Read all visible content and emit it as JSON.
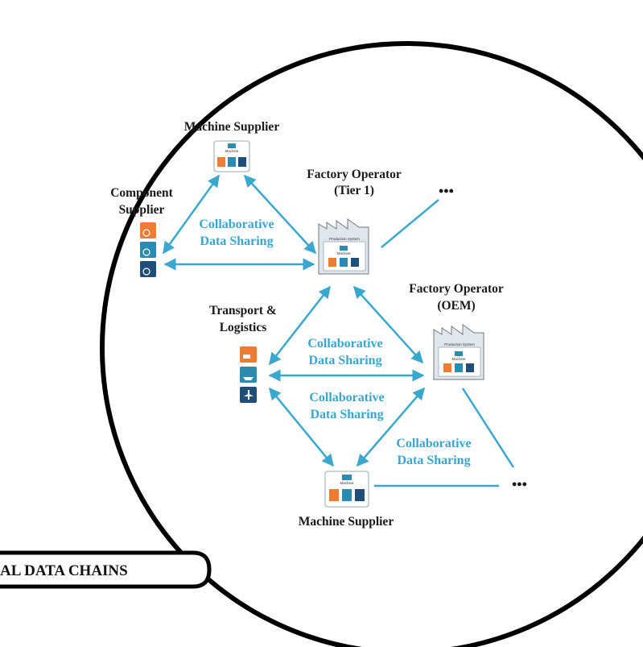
{
  "colors": {
    "accent": "#38a6d0",
    "line": "#3aa7cf",
    "orange": "#ee7d32",
    "teal": "#2b8bb0",
    "navy": "#1f4e79",
    "outline": "#000000"
  },
  "nodes": {
    "machine_supplier_top": {
      "label": "Machine Supplier"
    },
    "component_supplier": {
      "label_line1": "Component",
      "label_line2": "Supplier"
    },
    "factory_tier1": {
      "label_line1": "Factory Operator",
      "label_line2": "(Tier 1)"
    },
    "transport_logistics": {
      "label_line1": "Transport &",
      "label_line2": "Logistics"
    },
    "factory_oem": {
      "label_line1": "Factory Operator",
      "label_line2": "(OEM)"
    },
    "machine_supplier_bottom": {
      "label": "Machine Supplier"
    }
  },
  "collaboration": {
    "line1": "Collaborative",
    "line2": "Data Sharing"
  },
  "ellipsis": "•••",
  "banner": {
    "text": "AL DATA CHAINS"
  },
  "icons": {
    "machine_title": "Machine",
    "production_system_title": "Production System"
  }
}
